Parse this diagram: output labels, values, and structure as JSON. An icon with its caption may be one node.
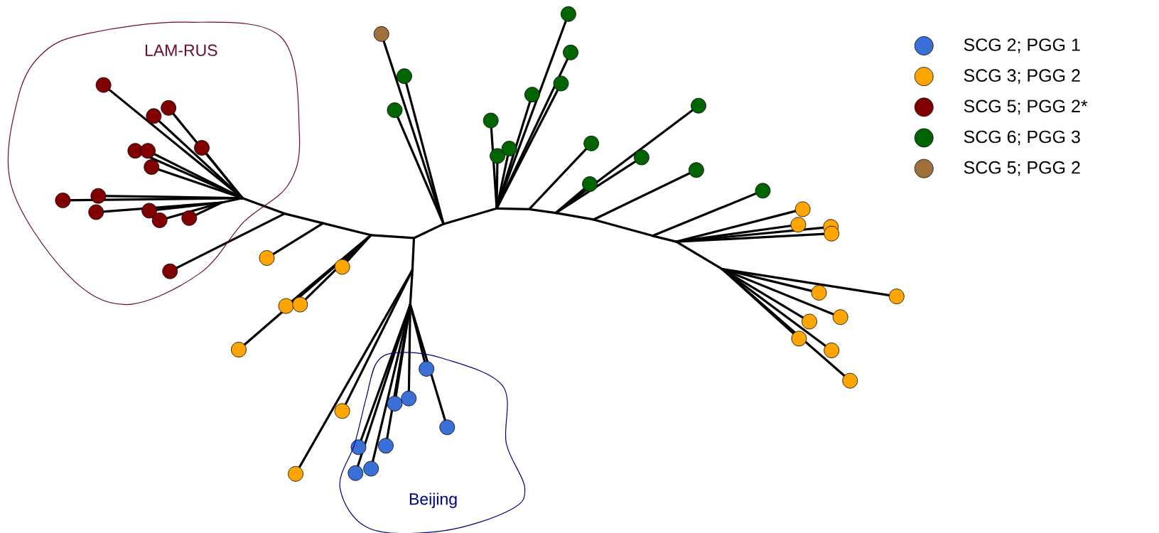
{
  "diagram": {
    "nodes": [
      {
        "text": [
          "LAM-RUS"
        ]
      },
      {
        "text": [
          "Beijing"
        ]
      }
    ],
    "legend": [
      {
        "text": "SCG 2; PGG 1",
        "color": "#3b6fd8"
      },
      {
        "text": "SCG 3; PGG 2",
        "color": "#ffa500"
      },
      {
        "text": "SCG 5; PGG 2*",
        "color": "#800000"
      },
      {
        "text": "SCG 6; PGG 3",
        "color": "#006400"
      },
      {
        "text": "SCG 5; PGG 2",
        "color": "#a0703a"
      }
    ]
  }
}
